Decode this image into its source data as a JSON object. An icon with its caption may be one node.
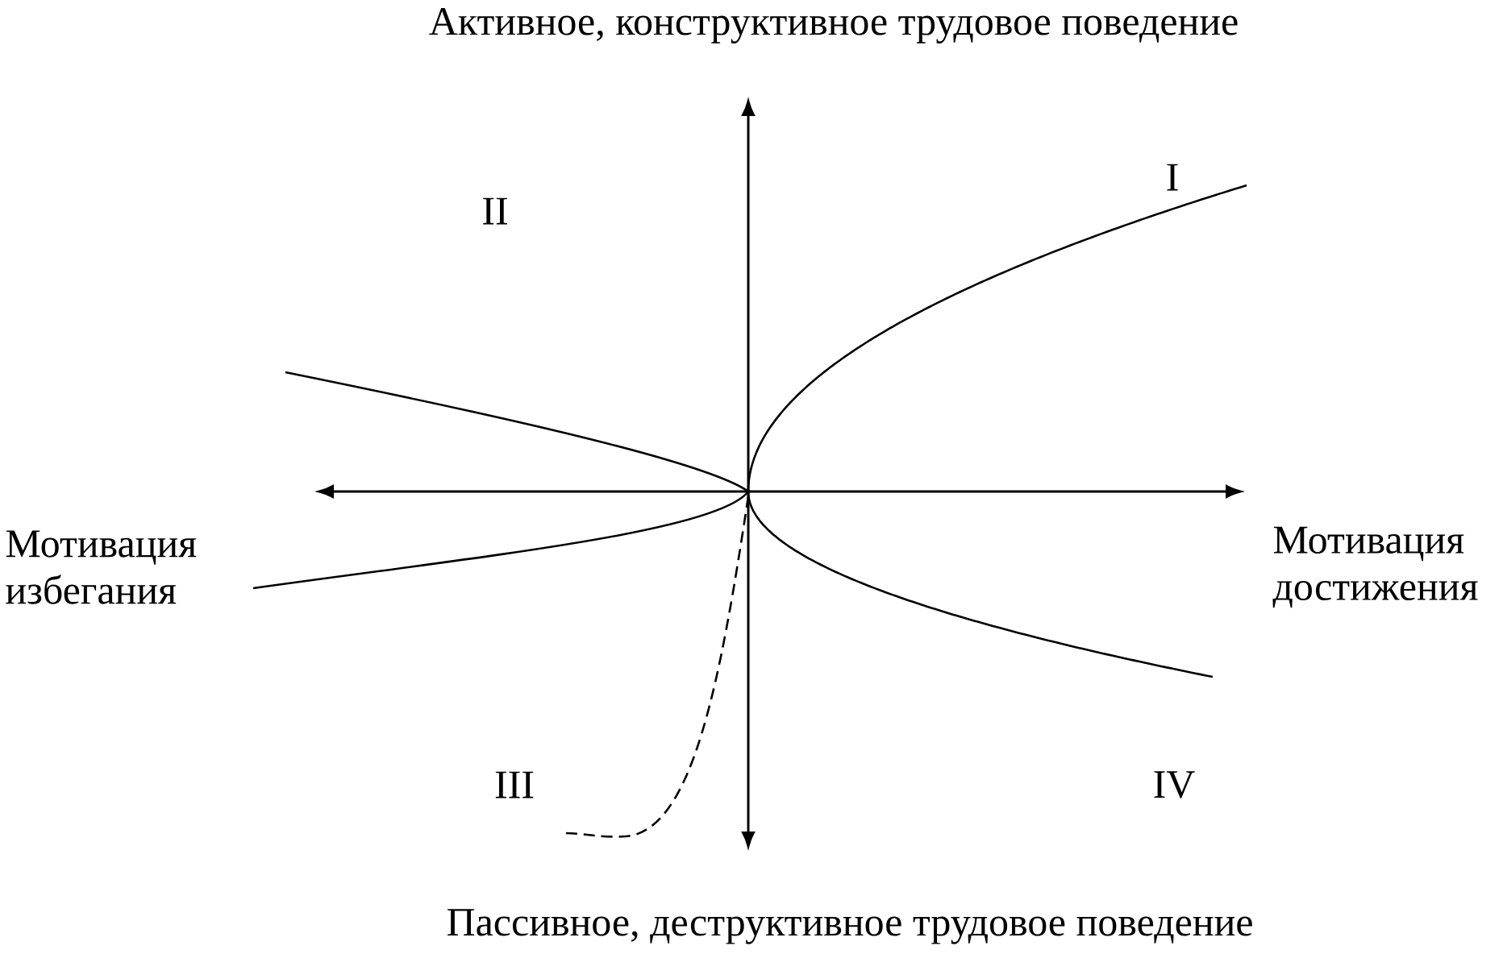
{
  "diagram": {
    "labels": [
      "Активное, конструктивное трудовое поведение",
      "II",
      "I",
      "Мотивация избегания",
      "Мотивация достижения",
      "III",
      "IV",
      "Пассивное, деструктивное трудовое поведение"
    ]
  }
}
